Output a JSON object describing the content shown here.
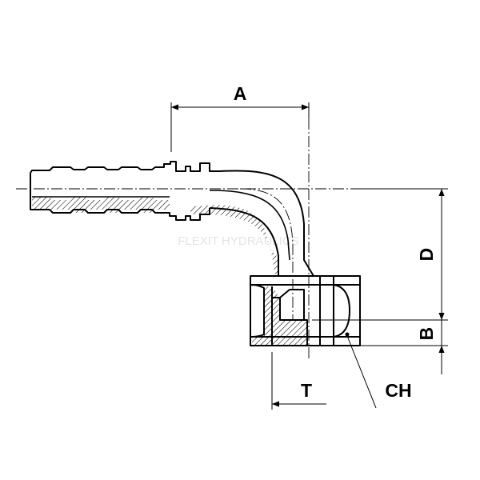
{
  "figure": {
    "watermark": "FLEXIT HYDRAULICS",
    "labels": {
      "a": "A",
      "d": "D",
      "b": "B",
      "t": "T",
      "ch": "CH"
    },
    "colors": {
      "line": "#000000",
      "hatch": "#000000",
      "background": "#ffffff",
      "watermark": "#e4e4e4"
    }
  }
}
